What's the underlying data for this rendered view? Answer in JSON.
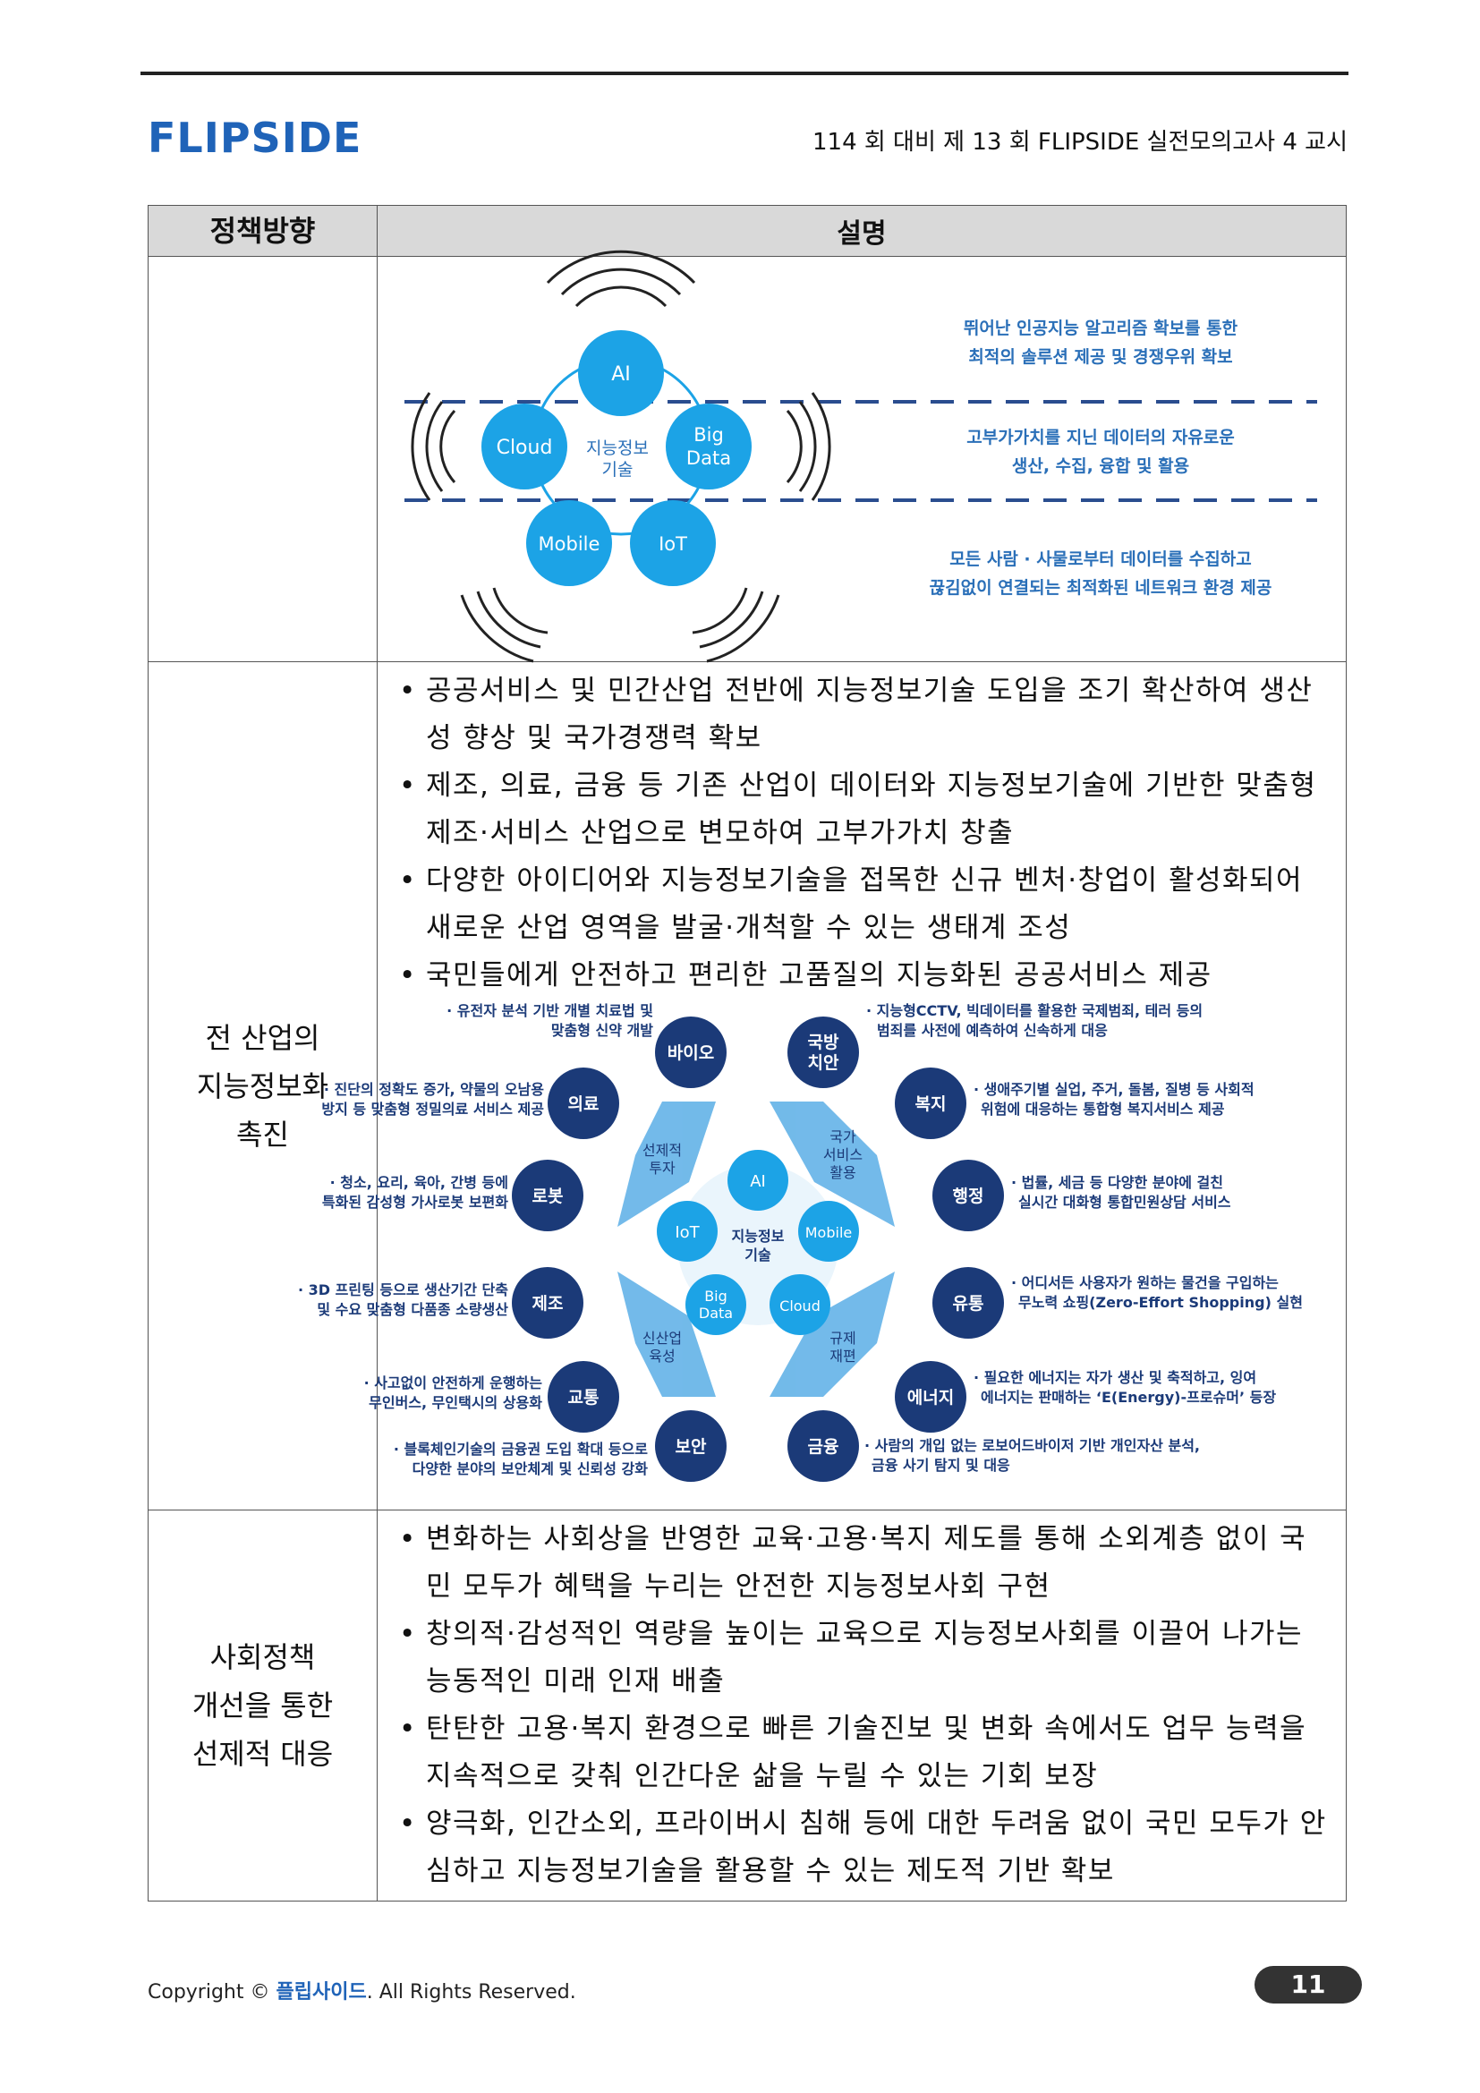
{
  "header": {
    "logo_text": "FLIPSIDE",
    "exam_title": "114 회 대비 제 13 회 FLIPSIDE 실전모의고사 4 교시"
  },
  "table": {
    "headers": [
      "정책방향",
      "설명"
    ],
    "diagram1": {
      "nodes": [
        "AI",
        "Cloud",
        "Big Data",
        "Mobile",
        "IoT"
      ],
      "center_label": "지능정보 기술",
      "captions": [
        "뛰어난 인공지능 알고리즘 확보를 통한 최적의 솔루션 제공 및 경쟁우위 확보",
        "고부가가치를 지닌 데이터의 자유로운 생산, 수집, 융합 및 활용",
        "모든 사람 · 사물로부터 데이터를 수집하고 끊김없이 연결되는 최적화된 네트워크 환경 제공"
      ],
      "caption_lines": [
        [
          "뛰어난 인공지능 알고리즘 확보를 통한",
          "최적의 솔루션 제공 및 경쟁우위 확보"
        ],
        [
          "고부가가치를 지닌 데이터의 자유로운",
          "생산, 수집, 융합 및 활용"
        ],
        [
          "모든 사람 · 사물로부터 데이터를 수집하고",
          "끊김없이 연결되는 최적화된 네트워크 환경 제공"
        ]
      ]
    },
    "row2": {
      "policy": [
        "전 산업의",
        "지능정보화",
        "촉진"
      ],
      "bullets": [
        "공공서비스 및 민간산업 전반에 지능정보기술 도입을 조기 확산하여 생산성 향상 및 국가경쟁력 확보",
        "제조, 의료, 금융 등 기존 산업이 데이터와 지능정보기술에 기반한 맞춤형 제조·서비스 산업으로 변모하여 고부가가치 창출",
        "다양한 아이디어와 지능정보기술을 접목한 신규 벤처·창업이 활성화되어 새로운 산업 영역을 발굴·개척할 수 있는 생태계 조성",
        "국민들에게 안전하고 편리한 고품질의 지능화된 공공서비스 제공"
      ]
    },
    "diagram2": {
      "center_nodes": [
        "AI",
        "IoT",
        "Mobile",
        "Big Data",
        "Cloud"
      ],
      "center_label": "지능정보 기술",
      "arrow_labels": [
        "선제적 투자",
        "국가 서비스 활용",
        "신산업 육성",
        "규제 재편"
      ],
      "sectors": [
        {
          "name": "바이오",
          "note": [
            "· 유전자 분석 기반 개별 치료법 및",
            "맞춤형 신약 개발"
          ]
        },
        {
          "name": "국방 치안",
          "note": [
            "· 지능형CCTV, 빅데이터를 활용한 국제범죄, 테러 등의",
            "범죄를 사전에 예측하여 신속하게 대응"
          ]
        },
        {
          "name": "의료",
          "note": [
            "· 진단의 정확도 증가, 약물의 오남용",
            "방지 등 맞춤형 정밀의료 서비스 제공"
          ]
        },
        {
          "name": "복지",
          "note": [
            "· 생애주기별 실업, 주거, 돌봄, 질병 등 사회적",
            "위험에 대응하는 통합형 복지서비스 제공"
          ]
        },
        {
          "name": "로봇",
          "note": [
            "· 청소, 요리, 육아, 간병 등에",
            "특화된 감성형 가사로봇 보편화"
          ]
        },
        {
          "name": "행정",
          "note": [
            "· 법률, 세금 등 다양한 분야에 걸친",
            "실시간 대화형 통합민원상담 서비스"
          ]
        },
        {
          "name": "제조",
          "note": [
            "· 3D 프린팅 등으로 생산기간 단축",
            "및 수요 맞춤형 다품종 소량생산"
          ]
        },
        {
          "name": "유통",
          "note": [
            "· 어디서든 사용자가 원하는 물건을 구입하는",
            "무노력 쇼핑(Zero-Effort Shopping) 실현"
          ]
        },
        {
          "name": "교통",
          "note": [
            "· 사고없이 안전하게 운행하는",
            "무인버스, 무인택시의 상용화"
          ]
        },
        {
          "name": "에너지",
          "note": [
            "· 필요한 에너지는 자가 생산 및 축적하고, 잉여",
            "에너지는 판매하는 ‘E(Energy)-프로슈머’ 등장"
          ]
        },
        {
          "name": "보안",
          "note": [
            "· 블록체인기술의 금융권 도입 확대 등으로",
            "다양한 분야의 보안체계 및 신뢰성 강화"
          ]
        },
        {
          "name": "금융",
          "note": [
            "· 사람의 개입 없는 로보어드바이저 기반 개인자산 분석,",
            "금융 사기 탐지 및 대응"
          ]
        }
      ]
    },
    "row3": {
      "policy": [
        "사회정책",
        "개선을 통한",
        "선제적 대응"
      ],
      "bullets": [
        "변화하는 사회상을 반영한 교육·고용·복지 제도를 통해 소외계층 없이 국민 모두가 혜택을 누리는 안전한 지능정보사회 구현",
        "창의적·감성적인 역량을 높이는 교육으로 지능정보사회를 이끌어 나가는 능동적인 미래 인재 배출",
        "탄탄한 고용·복지 환경으로 빠른 기술진보 및 변화 속에서도 업무 능력을 지속적으로 갖춰 인간다운 삶을 누릴 수 있는 기회 보장",
        "양극화, 인간소외, 프라이버시 침해 등에 대한 두려움 없이 국민 모두가 안심하고 지능정보기술을 활용할 수 있는 제도적 기반 확보"
      ]
    }
  },
  "footer": {
    "copyright_prefix": "Copyright ©",
    "brand": "플립사이드",
    "copyright_suffix": ". All Rights Reserved.",
    "page_number": "11"
  },
  "colors": {
    "node_blue": "#1ca3e6",
    "dark_navy": "#1b3a78",
    "caption_blue": "#2a6fb8"
  }
}
